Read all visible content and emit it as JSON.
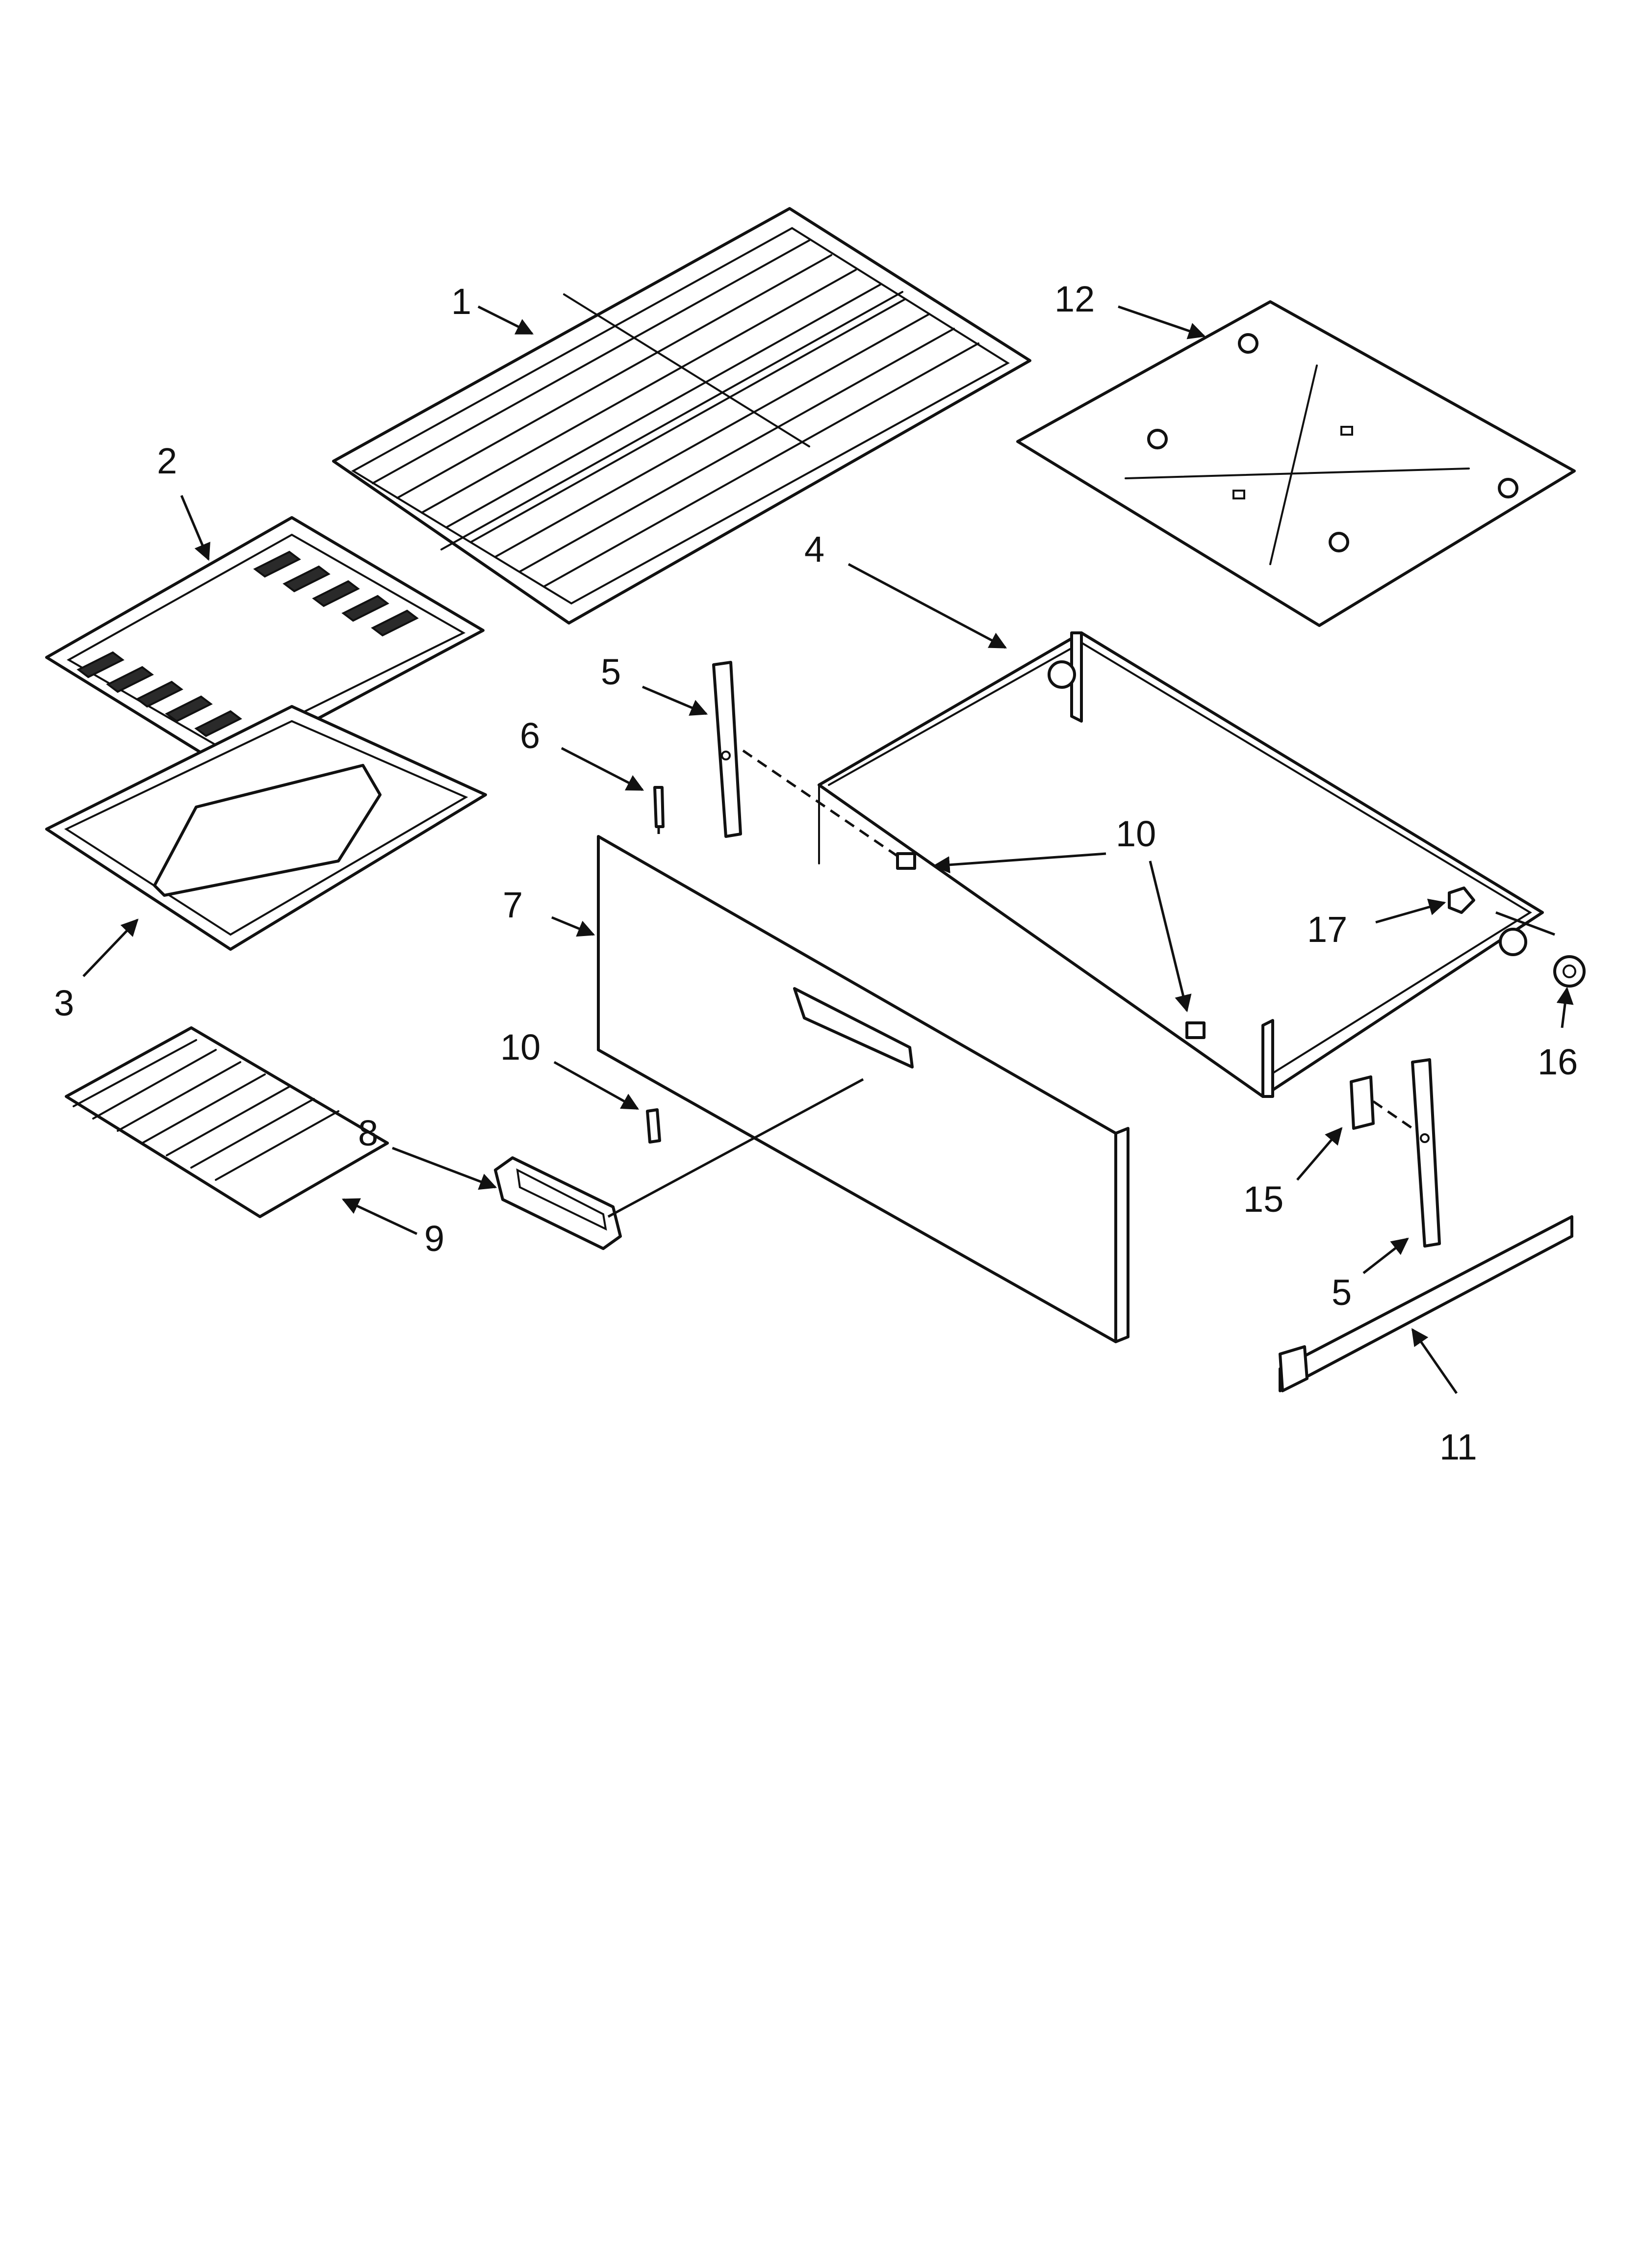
{
  "diagram": {
    "callouts": [
      {
        "id": "c1",
        "label": "1"
      },
      {
        "id": "c2",
        "label": "2"
      },
      {
        "id": "c3",
        "label": "3"
      },
      {
        "id": "c4",
        "label": "4"
      },
      {
        "id": "c5a",
        "label": "5"
      },
      {
        "id": "c5b",
        "label": "5"
      },
      {
        "id": "c6",
        "label": "6"
      },
      {
        "id": "c7",
        "label": "7"
      },
      {
        "id": "c8",
        "label": "8"
      },
      {
        "id": "c9",
        "label": "9"
      },
      {
        "id": "c10a",
        "label": "10"
      },
      {
        "id": "c10b",
        "label": "10"
      },
      {
        "id": "c11",
        "label": "11"
      },
      {
        "id": "c12",
        "label": "12"
      },
      {
        "id": "c15",
        "label": "15"
      },
      {
        "id": "c16",
        "label": "16"
      },
      {
        "id": "c17",
        "label": "17"
      }
    ]
  }
}
